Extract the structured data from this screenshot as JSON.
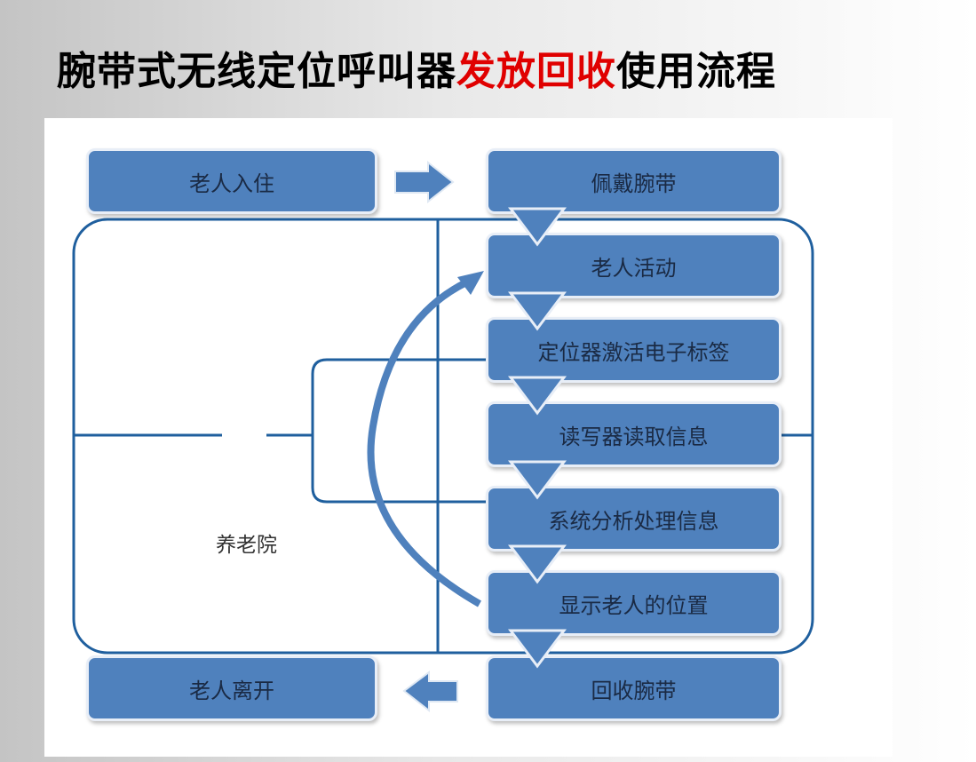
{
  "title": {
    "part1": "腕带式无线定位呼叫器",
    "highlight": "发放回收",
    "part2": "使用流程"
  },
  "colors": {
    "box": "#4f81bd",
    "line": "#1f5f9e",
    "highlight": "#e00000"
  },
  "diagram": {
    "left_top": "老人入住",
    "left_bottom": "老人离开",
    "steps": [
      "佩戴腕带",
      "老人活动",
      "定位器激活电子标签",
      "读写器读取信息",
      "系统分析处理信息",
      "显示老人的位置",
      "回收腕带"
    ],
    "area_label": "养老院"
  }
}
